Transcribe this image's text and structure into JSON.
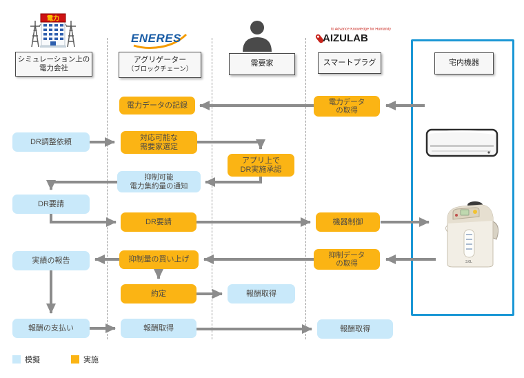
{
  "actors": {
    "power": {
      "label": "シミュレーション上の\n電力会社"
    },
    "aggregator": {
      "label": "アグリゲーター",
      "sublabel": "（ブロックチェーン）"
    },
    "consumer": {
      "label": "需要家"
    },
    "smartplug": {
      "label": "スマートプラグ"
    },
    "home": {
      "label": "宅内機器"
    }
  },
  "logos": {
    "eneres": "ENERES",
    "aizulab": "AIZULAB",
    "aizulab_tagline": "to Advance Knowledge for Humanity",
    "power_sign": "電力"
  },
  "nodes": {
    "power_record": "電力データの記録",
    "power_get": "電力データ\nの取得",
    "dr_adjust": "DR調整依頼",
    "select_consumers": "対応可能な\n需要家選定",
    "app_approve": "アプリ上で\nDR実施承認",
    "notify_capacity": "抑制可能\n電力集約量の通知",
    "dr_request_sim": "DR要請",
    "dr_request_agg": "DR要請",
    "device_control": "機器制御",
    "report_results": "実績の報告",
    "buy_reduction": "抑制量の買い上げ",
    "reduction_get": "抑制データ\nの取得",
    "contract": "約定",
    "reward_consumer": "報酬取得",
    "pay_reward": "報酬の支払い",
    "reward_agg": "報酬取得",
    "reward_plug": "報酬取得"
  },
  "legend": {
    "sim": "模擬",
    "real": "実施"
  },
  "colors": {
    "sim_blue": "#C9E9FA",
    "real_orange": "#FBB414",
    "arrow_gray": "#8C8C8C",
    "home_frame_blue": "#1B97D5",
    "eneres_blue": "#1A5DA6",
    "eneres_orange": "#F49B00",
    "aizulab_red": "#C8251D",
    "power_sign_bg": "#CE1212",
    "power_sign_text": "#FFD400"
  }
}
